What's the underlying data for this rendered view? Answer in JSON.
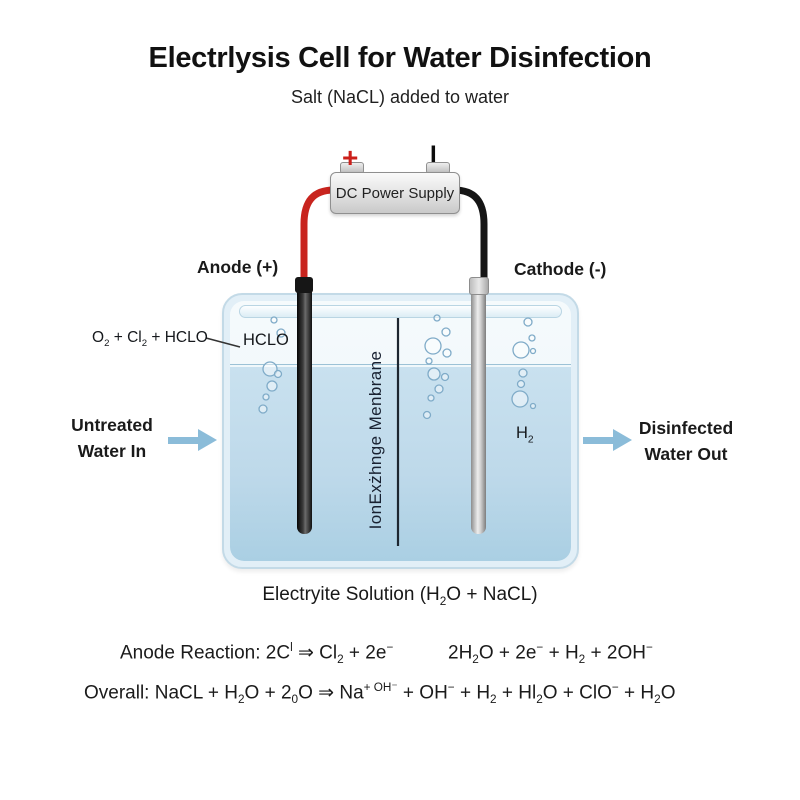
{
  "title": "Electrlysis Cell for Water Disinfection",
  "subtitle": "Salt (NaCL) added to water",
  "power_supply": {
    "label": "DC Power Supply",
    "plus_terminal": "+",
    "minus_terminal": "I"
  },
  "electrodes": {
    "anode_label": "Anode (+)",
    "cathode_label": "Cathode (-)"
  },
  "tank": {
    "membrane_label": "IonExżhnge Menbrane",
    "hclo_label": "HCLO",
    "h2_label": [
      [
        "n",
        "H"
      ],
      [
        "sub",
        "2"
      ]
    ],
    "left_products": [
      [
        "n",
        "O"
      ],
      [
        "sub",
        "2"
      ],
      [
        "n",
        " + Cl"
      ],
      [
        "sub",
        "2"
      ],
      [
        "n",
        " + HCLO"
      ]
    ]
  },
  "flows": {
    "in_line1": "Untreated",
    "in_line2": "Water In",
    "out_line1": "Disinfected",
    "out_line2": "Water Out"
  },
  "caption": [
    [
      "n",
      "Electryite Solution (H"
    ],
    [
      "sub",
      "2"
    ],
    [
      "n",
      "O + NaCL)"
    ]
  ],
  "reactions": {
    "anode": [
      [
        "n",
        "Anode Reaction: 2C"
      ],
      [
        "sup",
        "l"
      ],
      [
        "n",
        " ⇒ Cl"
      ],
      [
        "sub",
        "2"
      ],
      [
        "n",
        " + 2e"
      ],
      [
        "sup",
        "−"
      ]
    ],
    "cathode": [
      [
        "n",
        "2H"
      ],
      [
        "sub",
        "2"
      ],
      [
        "n",
        "O + 2e"
      ],
      [
        "sup",
        "−"
      ],
      [
        "n",
        " + H"
      ],
      [
        "sub",
        "2"
      ],
      [
        "n",
        " + 2OH"
      ],
      [
        "sup",
        "−"
      ]
    ],
    "overall": [
      [
        "n",
        "Overall: NaCL + H"
      ],
      [
        "sub",
        "2"
      ],
      [
        "n",
        "O + 2"
      ],
      [
        "sub",
        "0"
      ],
      [
        "n",
        "O ⇒ Na"
      ],
      [
        "sup",
        "+ OH⁻"
      ],
      [
        "n",
        " + OH"
      ],
      [
        "sup",
        "−"
      ],
      [
        "n",
        " + H"
      ],
      [
        "sub",
        "2"
      ],
      [
        "n",
        " + Hl"
      ],
      [
        "sub",
        "2"
      ],
      [
        "n",
        "O + ClO"
      ],
      [
        "sup",
        "−"
      ],
      [
        "n",
        " + H"
      ],
      [
        "sub",
        "2"
      ],
      [
        "n",
        "O"
      ]
    ]
  },
  "colors": {
    "wire_positive": "#c8241e",
    "wire_negative": "#151515",
    "arrow_blue": "#8bbcd9",
    "tank_wall": "#e2eff7",
    "water": "#bed9ea"
  }
}
